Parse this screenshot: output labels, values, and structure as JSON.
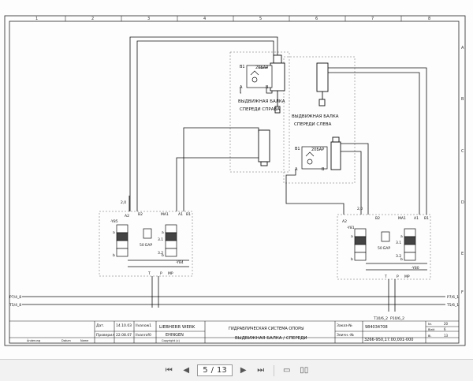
{
  "border": {
    "columns": [
      "1",
      "2",
      "3",
      "4",
      "5",
      "6",
      "7",
      "8"
    ],
    "rows": [
      "A",
      "B",
      "C",
      "D",
      "E",
      "F"
    ]
  },
  "diagram": {
    "right_group": {
      "label_line1": "ВЫДВИЖНАЯ БАЛКА",
      "label_line2": "СПЕРЕДИ СПРАВА",
      "pressure": "20БАР",
      "port_a": "A",
      "port_b": "B",
      "port_b1": "B1"
    },
    "left_group": {
      "label_line1": "ВЫДВИЖНАЯ БАЛКА",
      "label_line2": "СПЕРЕДИ СЛЕВА",
      "pressure": "20БАР",
      "port_a": "A",
      "port_b": "B",
      "port_b1": "B1"
    },
    "valve_left": {
      "pressure_label": "2,0",
      "ports_top": [
        "A2",
        "B2",
        "MA1",
        "A1",
        "B1"
      ],
      "sol_top": "-Y85",
      "sol_bottom": "-Y84",
      "relief": "50 БАР",
      "mids": [
        "3.1",
        "3.2"
      ],
      "ports_bottom": [
        "T",
        "P",
        "MP"
      ],
      "coil": [
        "a",
        "b",
        "a",
        "b"
      ]
    },
    "valve_right": {
      "pressure_label": "2,0",
      "ports_top": [
        "A2",
        "B2",
        "MA1",
        "A1",
        "B1"
      ],
      "sol_top": "-Y81",
      "sol_bottom": "-Y80",
      "relief": "50 БАР",
      "mids": [
        "3.1",
        "3.2"
      ],
      "ports_bottom": [
        "T",
        "P",
        "MP"
      ],
      "coil": [
        "a",
        "b",
        "a",
        "b"
      ]
    },
    "lines": {
      "p_left": "P7/4_8",
      "t_left": "T5/4_8",
      "p_right": "P7/6_1",
      "t_right": "T5/6_1",
      "bottom_left": "T10/6_2",
      "bottom_right": "P10/6_2"
    }
  },
  "title_block": {
    "date_label": "Дат.",
    "date1": "14.10.03",
    "name1": "Ilvanow1",
    "checked_label": "Проверил",
    "date2": "22.08.07",
    "name2": "Ilvanrof0",
    "company": "LIEBHERR WERK",
    "city": "EHINGEN",
    "copyright": "Copyright (c)",
    "system": "ГИДРАВЛИЧЕСКАЯ СИСТЕМА ОПОРЫ",
    "drawing_title": "ВЫДВИЖНАЯ БАЛКА / СПЕРЕДИ",
    "order_label": "Заказ-№",
    "order_number": "984034708",
    "drawing_no_label": "Зеичн.-№",
    "drawing_number": "3266-950,17.00,001-000",
    "change_label": "Änderung",
    "date_col": "Datum",
    "name_col": "Name",
    "sheet_label": "Blatt",
    "sheet_value": "6",
    "sheets_label": "Bl.",
    "sheets_value": "13",
    "num_label": "Nr.",
    "num_value": "20"
  },
  "viewer": {
    "page_current": "5",
    "page_separator": "/",
    "page_total": "13"
  }
}
